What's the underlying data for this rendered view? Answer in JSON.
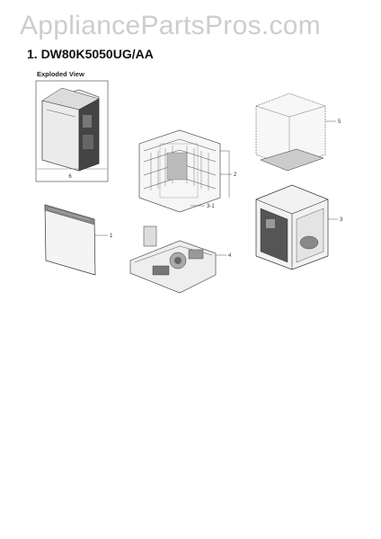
{
  "watermark": "AppliancePartsPros.com",
  "title": "1.  DW80K5050UG/AA",
  "section": "Exploded View",
  "callouts": {
    "c1": "1",
    "c2": "2",
    "c3": "3",
    "c31": "3-1",
    "c4": "4",
    "c5": "5",
    "c6": "6"
  }
}
